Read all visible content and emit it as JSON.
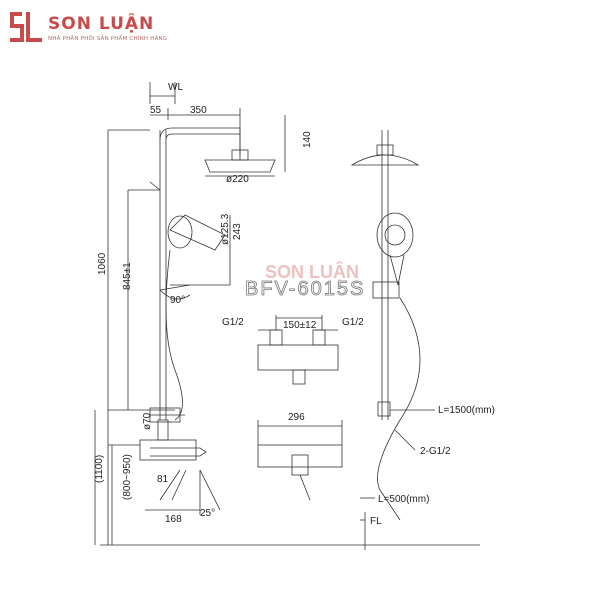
{
  "brand": {
    "name": "SON LUẬN",
    "tagline": "NHÀ PHÂN PHỐI SẢN PHẨM CHÍNH HÃNG",
    "color": "#c94a4a"
  },
  "model": "BFV-6015S",
  "watermark": "SON LUẬN",
  "dims": {
    "wl": "WL",
    "d55": "55",
    "d350": "350",
    "d140": "140",
    "head_dia": "ø220",
    "hand_dia": "ø125.3",
    "d243": "243",
    "d1060": "1060",
    "d845": "845±1",
    "angle90": "90°",
    "g1": "G1/2",
    "g2": "G1/2",
    "d150": "150±12",
    "d70": "ø70",
    "d81": "81",
    "d1100": "(1100)",
    "d800": "(800~950)",
    "d168": "168",
    "angle25": "25°",
    "d296": "296",
    "hose1500": "L=1500(mm)",
    "thread": "2-G1/2",
    "hose500": "L=500(mm)",
    "fl": "FL"
  }
}
